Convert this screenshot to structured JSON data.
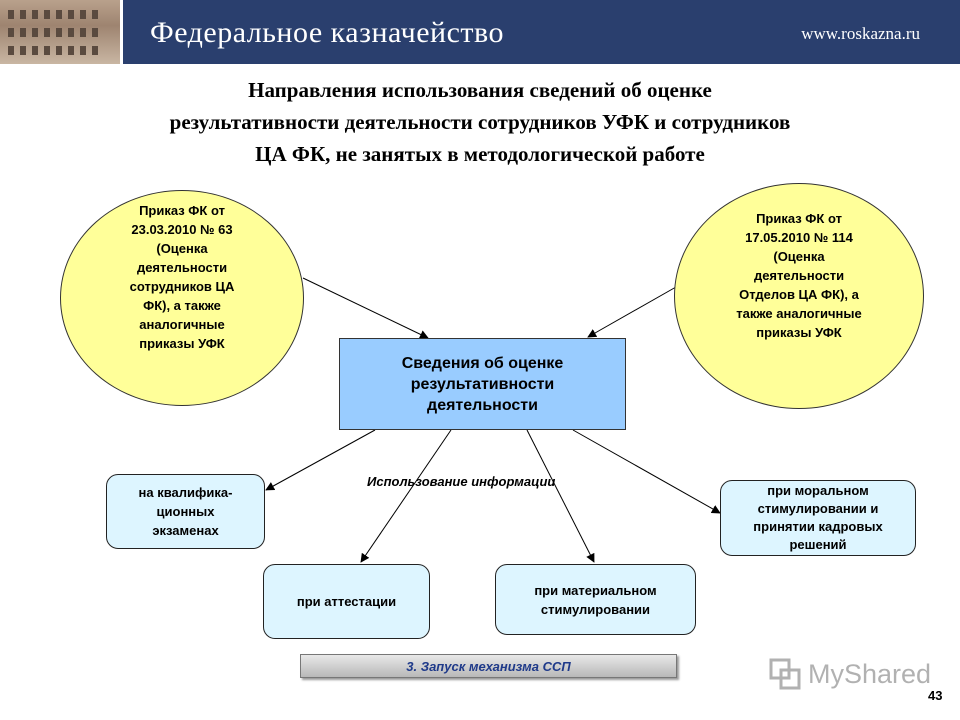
{
  "header": {
    "title": "Федеральное казначейство",
    "url": "www.roskazna.ru"
  },
  "slide_title": {
    "line1": "Направления использования сведений об оценке",
    "line2": "результативности деятельности сотрудников УФК и сотрудников",
    "line3": "ЦА ФК,  не занятых в методологической работе"
  },
  "diagram": {
    "order_left": "Приказ ФК от\n23.03.2010 № 63\n(Оценка\nдеятельности\nсотрудников ЦА\nФК), а также\nаналогичные\nприказы УФК",
    "order_right": "Приказ ФК от\n17.05.2010 № 114\n(Оценка\nдеятельности\nОтделов ЦА ФК), а\nтакже аналогичные\nприказы УФК",
    "center": "Сведения об оценке\nрезультативности\nдеятельности",
    "usage_label": "Использование информации",
    "exam": "на квалифика-\nционных\nэкзаменах",
    "attestation": "при аттестации",
    "material": "при материальном\nстимулировании",
    "moral": "при моральном\nстимулировании и\nпринятии кадровых\nрешений"
  },
  "bottom_bar": "3. Запуск механизма ССП",
  "watermark": "MyShared",
  "page_number": "43",
  "colors": {
    "header_bg": "#2a3f6e",
    "ellipse_fill": "#ffff99",
    "center_fill": "#99ccff",
    "box_fill": "#ddf5ff",
    "bar_text": "#1f3a8a"
  }
}
